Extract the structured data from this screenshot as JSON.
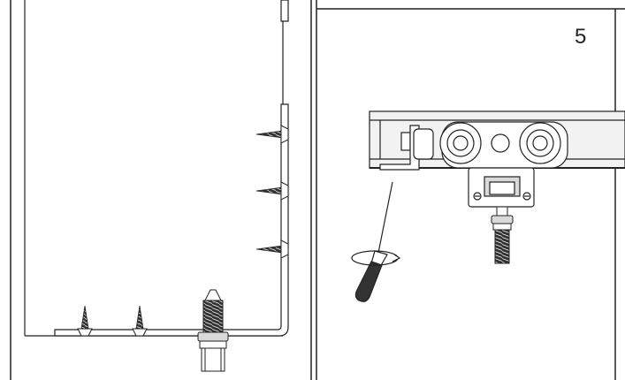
{
  "panels": [
    {
      "name": "left-panel",
      "step_number": ""
    },
    {
      "name": "right-panel",
      "step_number": "5"
    }
  ],
  "colors": {
    "line": "#222222",
    "background": "#ffffff",
    "fill_light": "#f2f2f2",
    "fill_mid": "#d9d9d9",
    "fill_dark": "#333333"
  }
}
